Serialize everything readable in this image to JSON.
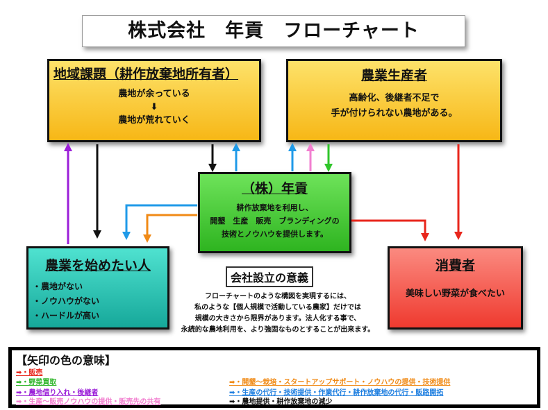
{
  "title": "株式会社　年貢　フローチャート",
  "region": {
    "title": "地域課題（耕作放棄地所有者）",
    "line1": "農地が余っている",
    "arrow": "⬇",
    "line2": "農地が荒れていく"
  },
  "producer": {
    "title": "農業生産者",
    "line1": "高齢化、後継者不足で",
    "line2": "手が付けられない農地がある。"
  },
  "company": {
    "title": "（株）年貢",
    "line1": "耕作放棄地を利用し、",
    "line2": "開墾　生産　販売　ブランディングの",
    "line3": "技術とノウハウを提供します。"
  },
  "starter": {
    "title": "農業を始めたい人",
    "items": [
      "・農地がない",
      "・ノウハウがない",
      "・ハードルが高い"
    ]
  },
  "consumer": {
    "title": "消費者",
    "line1": "美味しい野菜が食べたい"
  },
  "significance": {
    "title": "会社設立の意義",
    "lines": [
      "フローチャートのような構図を実現するには、",
      "私のような【個人規模で活動している農家】だけでは",
      "規模の大きさから限界があります。法人化する事で、",
      "永続的な農地利用を、より強固なものとすることが出来ます。"
    ]
  },
  "legend": {
    "title": "【矢印の色の意味】",
    "items": [
      {
        "label": "➡・販売",
        "color": "#e8261c"
      },
      {
        "label": "➡・野菜買取",
        "color": "#2fb52a"
      },
      {
        "label": "➡・農地借り入れ・後継者",
        "color": "#9b1fd8"
      },
      {
        "label": "➡・生産〜販売ノウハウの提供・販売先の共有",
        "color": "#f27fd0"
      },
      {
        "label": "➡・開墾〜栽培・スタートアップサポート・ノウハウの提供・技術提供",
        "color": "#f08a16"
      },
      {
        "label": "➡・生産の代行・技術提供・作業代行・耕作放棄地の代行・販路開拓",
        "color": "#1f7fe0"
      },
      {
        "label": "➡・農地提供・耕作放棄地の減少",
        "color": "#111111"
      }
    ]
  }
}
